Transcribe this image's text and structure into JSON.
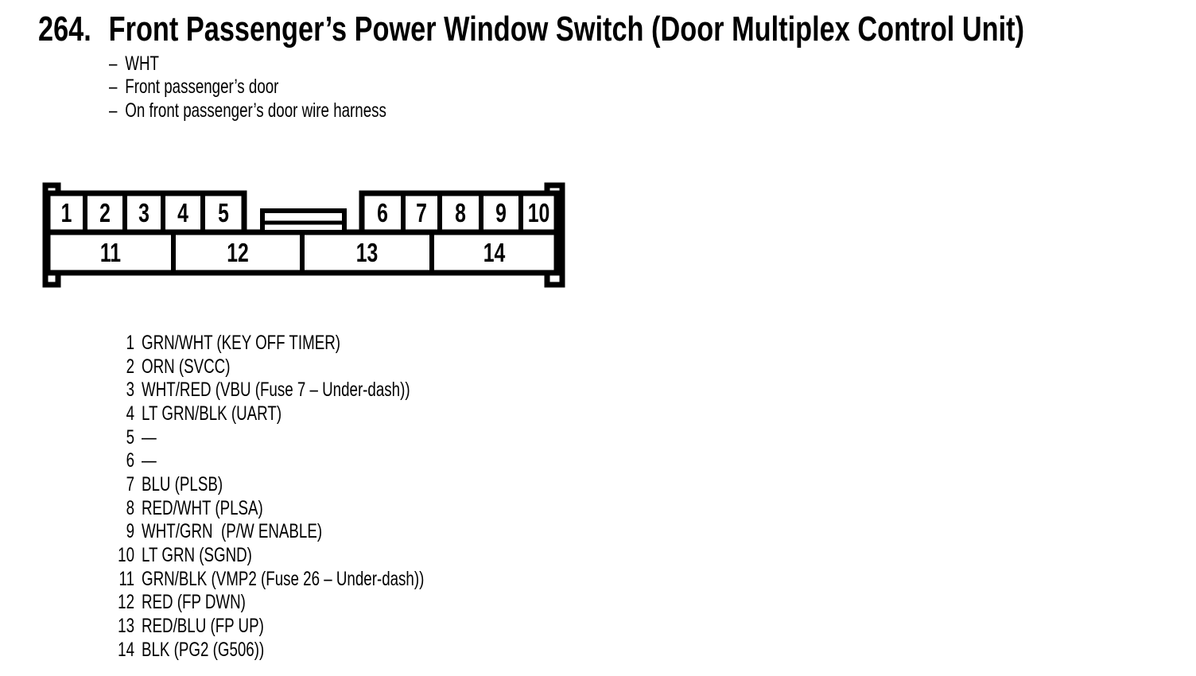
{
  "header": {
    "number": "264.",
    "title": "Front Passenger’s Power Window Switch (Door Multiplex Control Unit)"
  },
  "notes": {
    "dash": "–",
    "items": [
      "WHT",
      "Front passenger’s door",
      "On front passenger’s door wire harness"
    ]
  },
  "connector": {
    "pins_top": [
      "1",
      "2",
      "3",
      "4",
      "5",
      "6",
      "7",
      "8",
      "9",
      "10"
    ],
    "pins_bottom": [
      "11",
      "12",
      "13",
      "14"
    ]
  },
  "pinout": [
    {
      "pin": "1",
      "desc": "GRN/WHT (KEY OFF TIMER)"
    },
    {
      "pin": "2",
      "desc": "ORN (SVCC)"
    },
    {
      "pin": "3",
      "desc": "WHT/RED (VBU (Fuse 7 – Under-dash))"
    },
    {
      "pin": "4",
      "desc": "LT GRN/BLK (UART)"
    },
    {
      "pin": "5",
      "desc": "—"
    },
    {
      "pin": "6",
      "desc": "—"
    },
    {
      "pin": "7",
      "desc": "BLU (PLSB)"
    },
    {
      "pin": "8",
      "desc": "RED/WHT (PLSA)"
    },
    {
      "pin": "9",
      "desc": "WHT/GRN  (P/W ENABLE)"
    },
    {
      "pin": "10",
      "desc": "LT GRN (SGND)"
    },
    {
      "pin": "11",
      "desc": "GRN/BLK (VMP2 (Fuse 26 – Under-dash))"
    },
    {
      "pin": "12",
      "desc": "RED (FP DWN)"
    },
    {
      "pin": "13",
      "desc": "RED/BLU (FP UP)"
    },
    {
      "pin": "14",
      "desc": "BLK (PG2 (G506))"
    }
  ]
}
